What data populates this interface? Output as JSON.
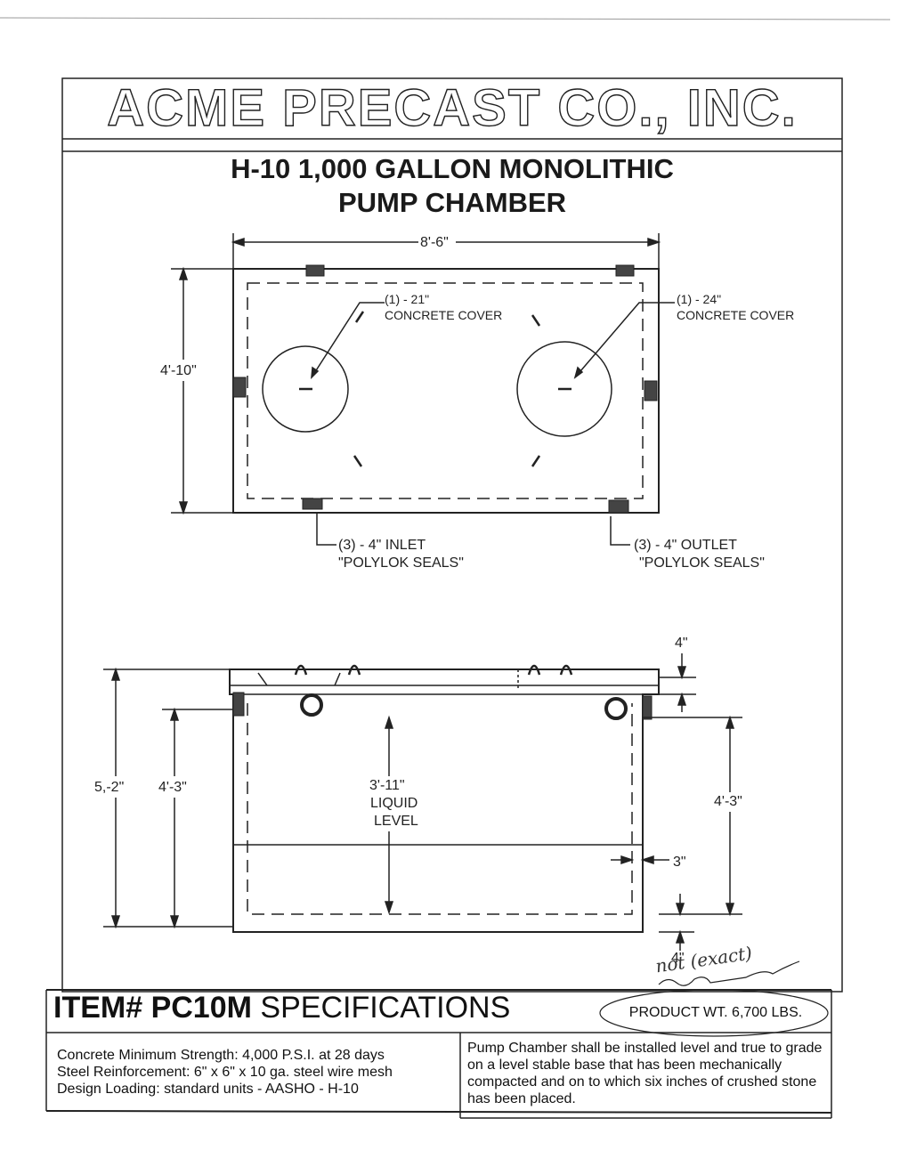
{
  "header": {
    "company": "ACME PRECAST CO., INC.",
    "title_line1": "H-10 1,000 GALLON MONOLITHIC",
    "title_line2": "PUMP CHAMBER"
  },
  "plan_view": {
    "width_dim": "8'-6\"",
    "height_dim": "4'-10\"",
    "cover_small_qty": "(1) - 21\"",
    "cover_small_desc": "CONCRETE COVER",
    "cover_large_qty": "(1) - 24\"",
    "cover_large_desc": "CONCRETE COVER",
    "inlet_qty": "(3) - 4\"  INLET",
    "inlet_desc": "\"POLYLOK SEALS\"",
    "outlet_qty": "(3) - 4\" OUTLET",
    "outlet_desc": "\"POLYLOK SEALS\""
  },
  "section_view": {
    "overall_height": "5,-2\"",
    "wall_height_left": "4'-3\"",
    "wall_height_right": "4'-3\"",
    "liquid_dim": "3'-11\"",
    "liquid_label_1": "LIQUID",
    "liquid_label_2": "LEVEL",
    "top_thickness": "4\"",
    "wall_thickness": "3\"",
    "bottom_thickness": "4\""
  },
  "specs": {
    "item_label": "ITEM#",
    "item_number": "PC10M",
    "specs_label": "SPECIFICATIONS",
    "product_weight": "PRODUCT WT. 6,700 LBS.",
    "concrete": "Concrete Minimum Strength: 4,000 P.S.I. at 28 days",
    "steel": "Steel Reinforcement: 6\" x 6\" x 10 ga. steel wire mesh",
    "loading": "Design Loading: standard units - AASHO - H-10",
    "install_note": "Pump Chamber shall be installed level and true to grade on a level stable base that has been mechanically compacted and on to which six inches of crushed stone has been placed.",
    "handwritten_note": "not (exact)"
  }
}
